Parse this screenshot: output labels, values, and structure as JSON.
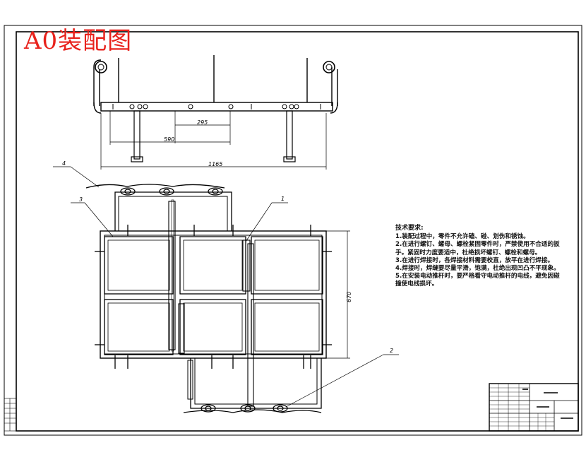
{
  "title_stamp": "A0装配图",
  "dimensions": {
    "d295": "295",
    "d590": "590",
    "d1165": "1165",
    "d670": "670"
  },
  "balloons": {
    "b1": "1",
    "b2": "2",
    "b3": "3",
    "b4": "4"
  },
  "technical_requirements": {
    "heading": "技术要求:",
    "lines": [
      "1.装配过程中，零件不允许磕、碰、划伤和锈蚀。",
      "2.在进行螺钉、螺母、螺栓紧固零件时，严禁使用不合适的扳手。紧固时力度要适中，杜绝损坏螺钉、螺栓和螺母。",
      "3.在进行焊接时，各焊接材料需要校直，放平在进行焊接。",
      "4.焊接时，焊缝要尽量平滑，饱满，杜绝出现凹凸不平现象。",
      "5.在安装电动推杆时，要严格看守电动推杆的电线，避免因碰撞使电线损坏。"
    ]
  },
  "colors": {
    "stamp": "#e8221c",
    "line": "#000000"
  }
}
